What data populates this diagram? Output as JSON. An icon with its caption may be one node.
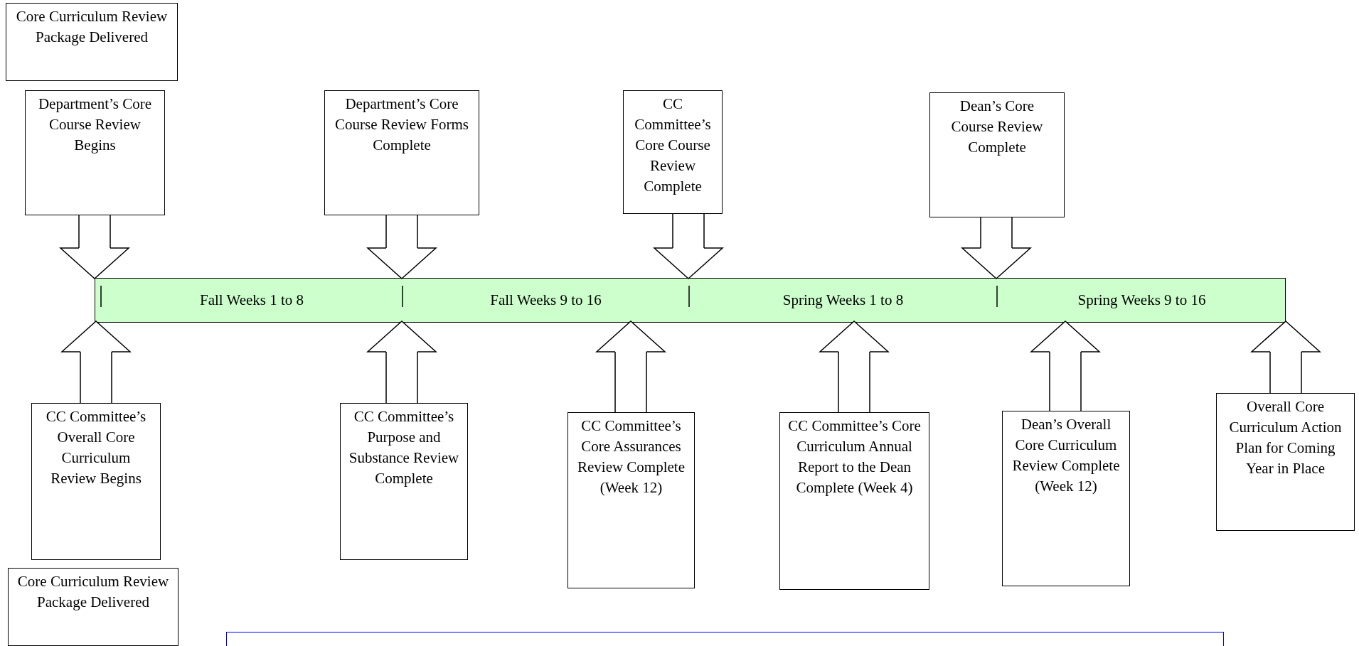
{
  "diagram": {
    "nodes": [
      {
        "text": [
          "Core Curriculum Review Package Delivered"
        ]
      },
      {
        "text": [
          "Department’s Core Course Review Begins"
        ]
      },
      {
        "text": [
          "Department’s Core Course Review Forms Complete"
        ]
      },
      {
        "text": [
          "CC Committee’s Core Course Review Complete"
        ]
      },
      {
        "text": [
          "Dean’s Core Course Review Complete"
        ]
      },
      {
        "text": [
          "Fall Weeks 1 to 8",
          "Fall Weeks 9 to 16",
          "Spring Weeks 1 to 8",
          "Spring Weeks 9 to 16"
        ]
      },
      {
        "text": [
          "CC Committee’s Overall Core Curriculum Review Begins"
        ]
      },
      {
        "text": [
          "CC Committee’s Purpose and Substance Review Complete"
        ]
      },
      {
        "text": [
          "CC Committee’s Core Assurances Review Complete (Week 12)"
        ]
      },
      {
        "text": [
          "CC Committee’s Core Curriculum Annual Report to the Dean Complete (Week 4)"
        ]
      },
      {
        "text": [
          "Dean’s Overall Core Curriculum Review Complete (Week 12)"
        ]
      },
      {
        "text": [
          "Overall Core Curriculum Action Plan for Coming Year in Place"
        ]
      },
      {
        "text": [
          "Core Curriculum Review Package Delivered"
        ]
      },
      {
        "text": [],
        "shape": "box"
      }
    ],
    "edges": [
      {
        "from": 1,
        "to": 5,
        "arrow": "to"
      },
      {
        "from": 2,
        "to": 5,
        "arrow": "to"
      },
      {
        "from": 3,
        "to": 5,
        "arrow": "to"
      },
      {
        "from": 4,
        "to": 5,
        "arrow": "to"
      },
      {
        "from": 6,
        "to": 5,
        "arrow": "to"
      },
      {
        "from": 7,
        "to": 5,
        "arrow": "to"
      },
      {
        "from": 8,
        "to": 5,
        "arrow": "to"
      },
      {
        "from": 9,
        "to": 5,
        "arrow": "to"
      },
      {
        "from": 10,
        "to": 5,
        "arrow": "to"
      },
      {
        "from": 11,
        "to": 5,
        "arrow": "to"
      }
    ]
  }
}
